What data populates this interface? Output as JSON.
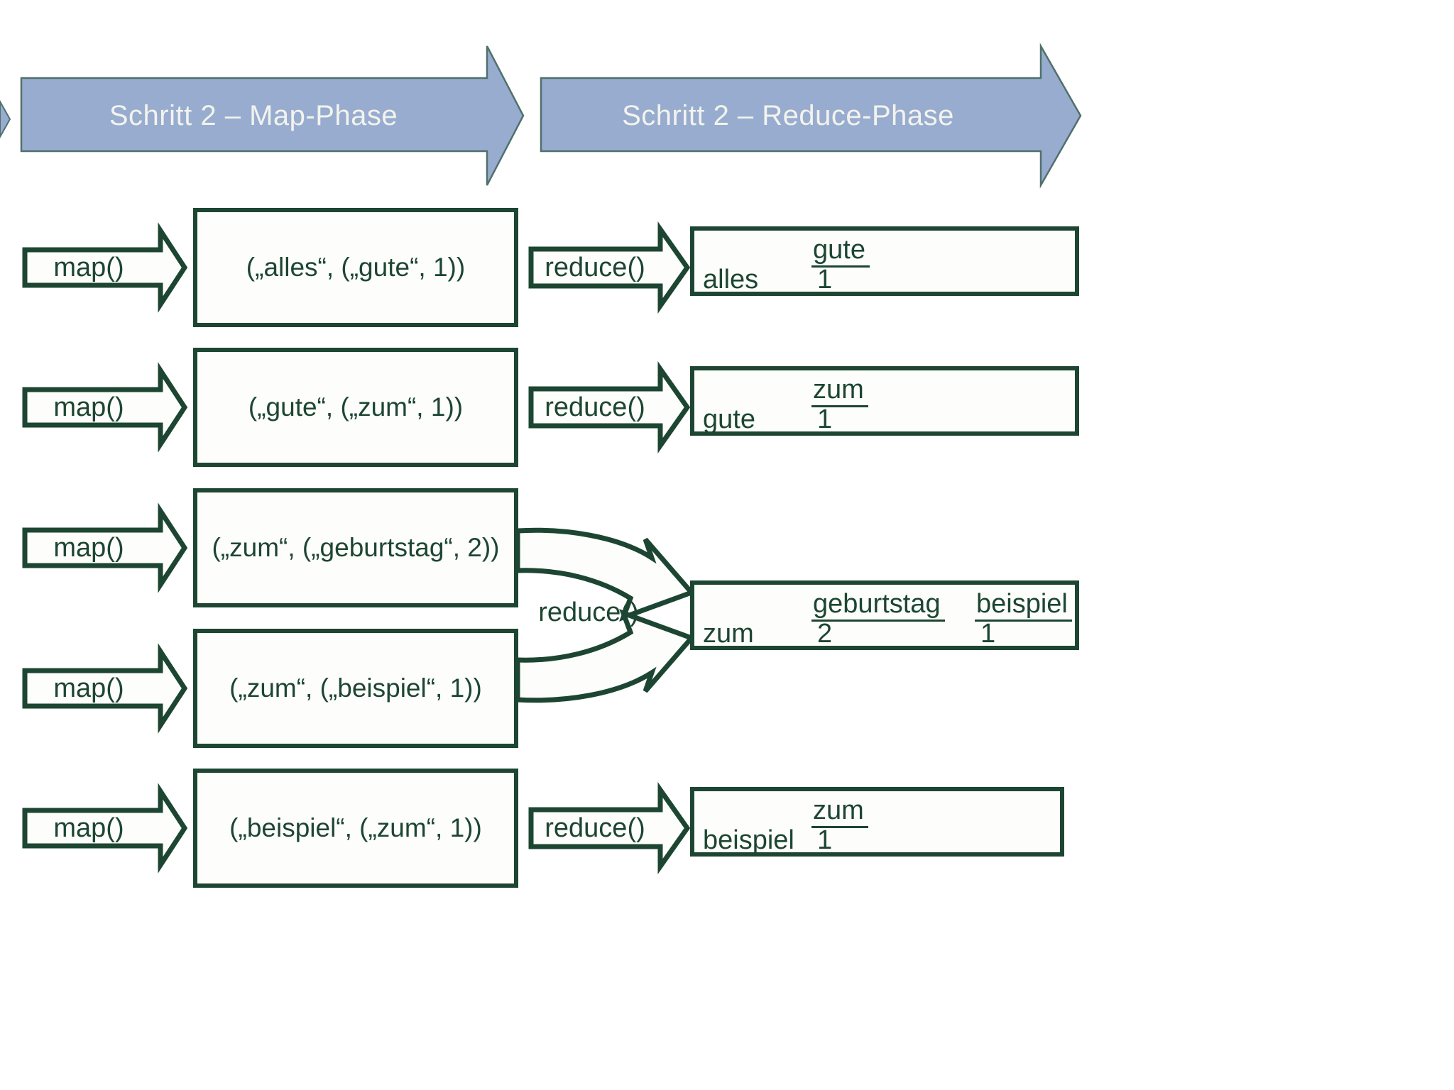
{
  "banners": {
    "map_title": "Schritt 2 – Map-Phase",
    "reduce_title": "Schritt 2 – Reduce-Phase"
  },
  "labels": {
    "map_fn": "map()",
    "reduce_fn": "reduce()"
  },
  "map_outputs": [
    {
      "pair": "(„alles“, („gute“, 1))"
    },
    {
      "pair": "(„gute“, („zum“, 1))"
    },
    {
      "pair": "(„zum“, („geburtstag“, 2))"
    },
    {
      "pair": "(„zum“, („beispiel“, 1))"
    },
    {
      "pair": "(„beispiel“, („zum“, 1))"
    }
  ],
  "reduce_results": [
    {
      "key": "alles",
      "columns": [
        {
          "header": "gute",
          "value": "1"
        }
      ]
    },
    {
      "key": "gute",
      "columns": [
        {
          "header": "zum",
          "value": "1"
        }
      ]
    },
    {
      "key": "zum",
      "columns": [
        {
          "header": "geburtstag",
          "value": "2"
        },
        {
          "header": "beispiel",
          "value": "1"
        }
      ]
    },
    {
      "key": "beispiel",
      "columns": [
        {
          "header": "zum",
          "value": "1"
        }
      ]
    }
  ],
  "colors": {
    "banner_fill": "#98acd0",
    "banner_border": "#50706c",
    "banner_text": "#f2f3ec",
    "outline_green": "#1d4632",
    "shape_fill": "#fdfdfb"
  }
}
